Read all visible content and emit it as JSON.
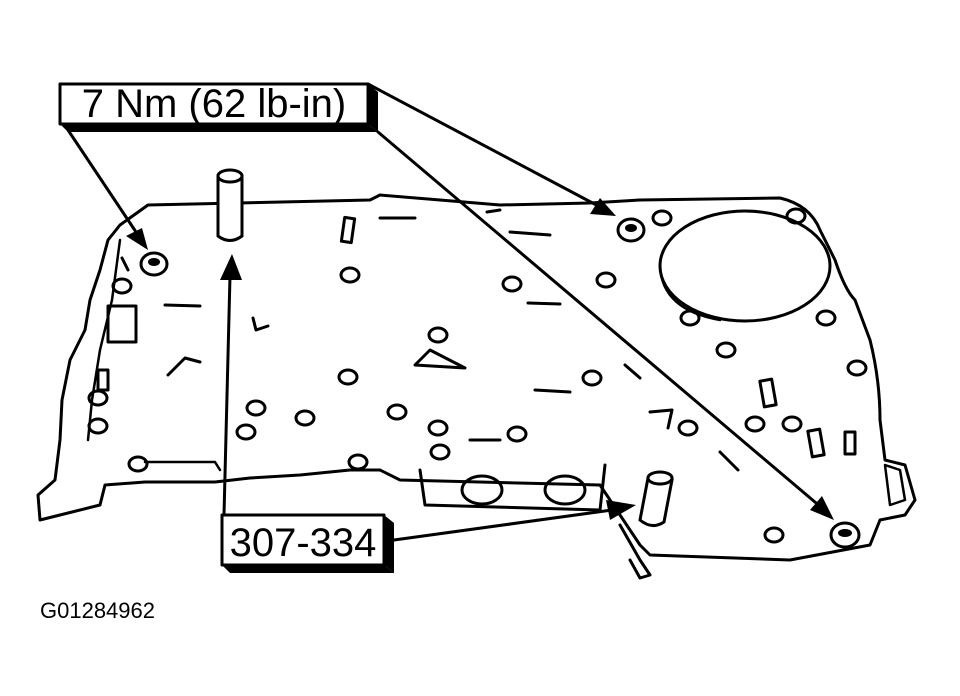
{
  "diagram": {
    "callouts": {
      "torque": {
        "label": "7 Nm (62 lb-in)"
      },
      "tool": {
        "label": "307-334"
      }
    },
    "figure_id": "G01284962"
  },
  "colors": {
    "ink": "#000000",
    "paper": "#ffffff"
  }
}
